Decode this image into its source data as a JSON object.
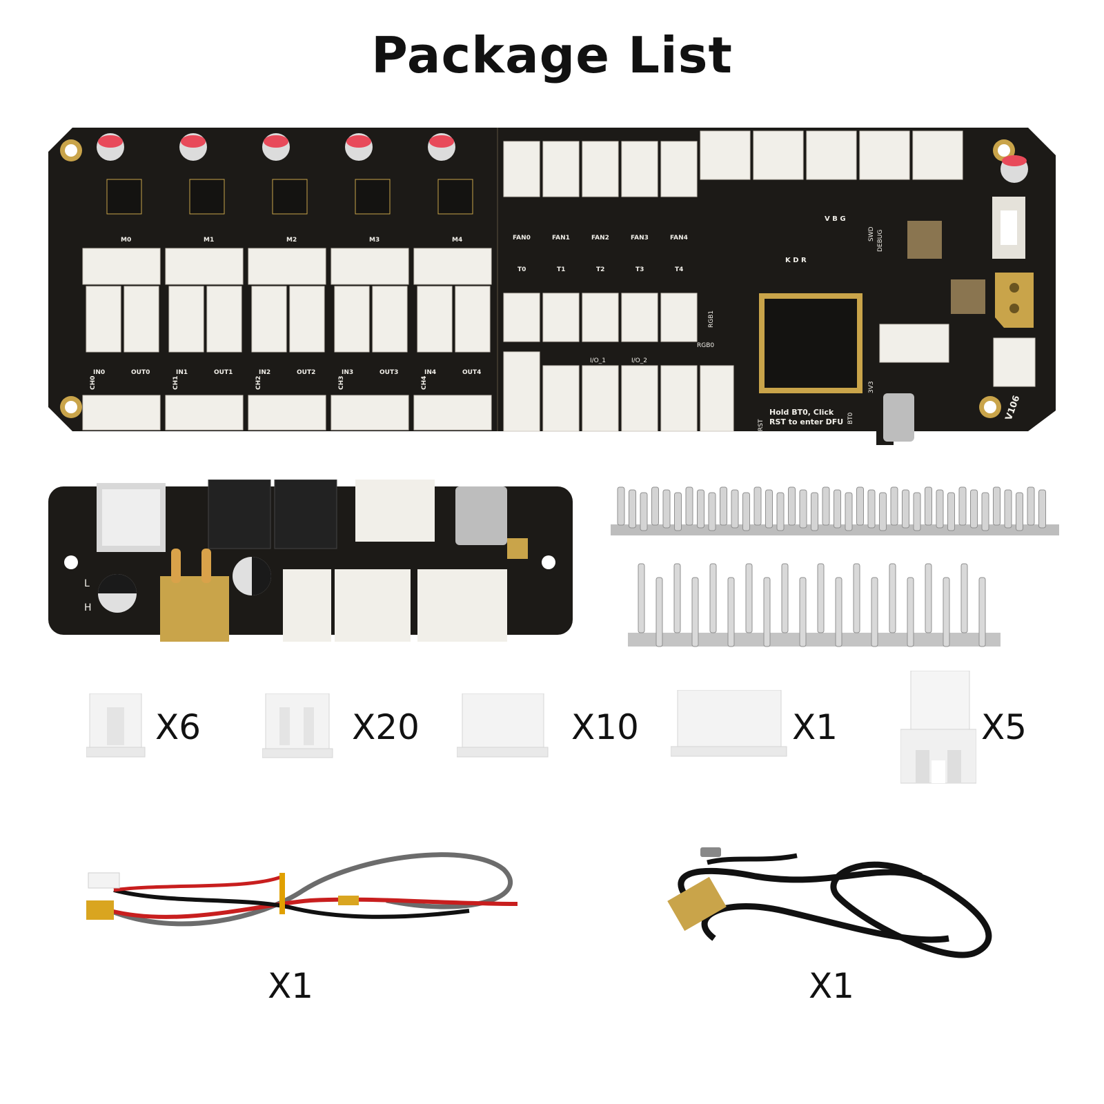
{
  "title": "Package List",
  "main_board": {
    "version": "V106",
    "driver_labels": [
      "M0",
      "M1",
      "M2",
      "M3",
      "M4"
    ],
    "fan_labels": [
      "FAN0",
      "FAN1",
      "FAN2",
      "FAN3",
      "FAN4"
    ],
    "therm_labels": [
      "T0",
      "T1",
      "T2",
      "T3",
      "T4"
    ],
    "in_labels": [
      "IN0",
      "IN1",
      "IN2",
      "IN3",
      "IN4"
    ],
    "out_labels": [
      "OUT0",
      "OUT1",
      "OUT2",
      "OUT3",
      "OUT4"
    ],
    "ch_labels": [
      "CH0",
      "CH1",
      "CH2",
      "CH3",
      "CH4"
    ],
    "io_labels": [
      "I/O_1",
      "I/O_2"
    ],
    "rgb_labels": [
      "RGB1",
      "RGB0"
    ],
    "vbg_label": "V B G",
    "kdr_label": "K D R",
    "swd_label": "SWD",
    "debug_label": "DEBUG",
    "v3_label": "3V3",
    "rst_label": "RST",
    "bt0_label": "BT0",
    "dfu_line1": "Hold BT0, Click",
    "dfu_line2": "RST to enter DFU"
  },
  "adapter_board": {
    "mark_l": "L",
    "mark_h": "H"
  },
  "connectors": [
    {
      "qty": "X6"
    },
    {
      "qty": "X20"
    },
    {
      "qty": "X10"
    },
    {
      "qty": "X1"
    },
    {
      "qty": "X5"
    }
  ],
  "cables": [
    {
      "qty": "X1"
    },
    {
      "qty": "X1"
    }
  ],
  "colors": {
    "pcb": "#1c1a17",
    "connector": "#f1efe9",
    "gold": "#c9a44a",
    "silver": "#c8c8c8",
    "cable_black": "#111111",
    "cable_red": "#c81e1e",
    "cable_gray": "#6c6c6c"
  }
}
